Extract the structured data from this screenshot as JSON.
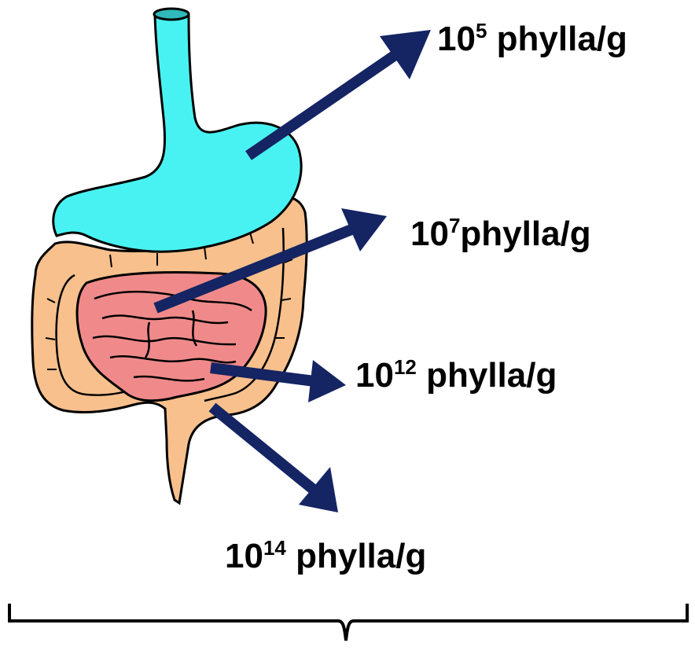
{
  "colors": {
    "stomach": "#49f2f2",
    "colon": "#f7c08c",
    "small_intestine": "#f08a8a",
    "arrow": "#152463",
    "outline": "#000000"
  },
  "labels": {
    "stomach": {
      "base": "10",
      "exponent": "5",
      "unit": " phylla/g"
    },
    "small_intestine": {
      "base": "10",
      "exponent": "7",
      "unit": "phylla/g"
    },
    "ileum": {
      "base": "10",
      "exponent": "12",
      "unit": " phylla/g"
    },
    "colon": {
      "base": "10",
      "exponent": "14",
      "unit": " phylla/g"
    }
  }
}
